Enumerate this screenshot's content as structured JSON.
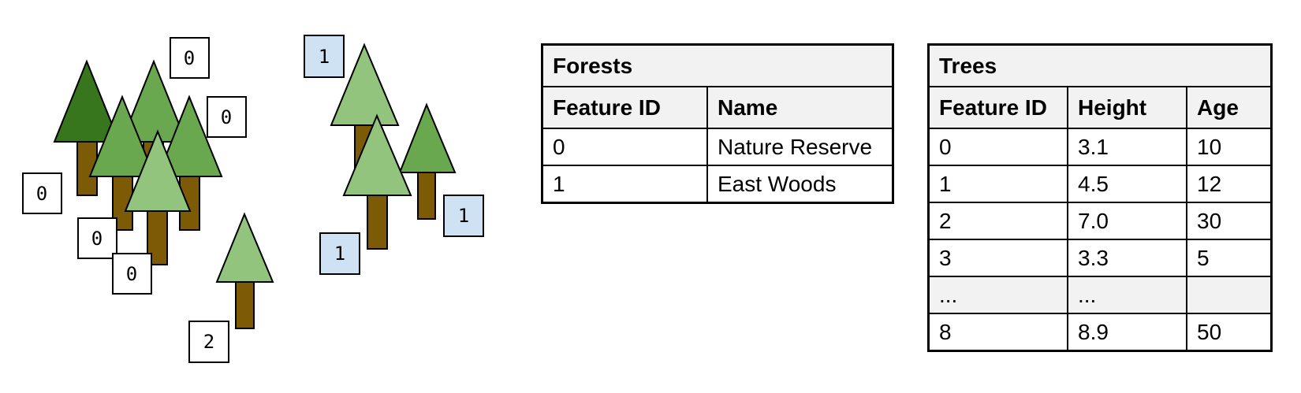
{
  "colors": {
    "trunk": "#7d5a05",
    "crown_dark": "#38761d",
    "crown_medium": "#6aa84f",
    "crown_light": "#93c47d",
    "forest_label_0": "#ffffff",
    "forest_label_1": "#cfe2f3",
    "forest_label_2": "#ffffff",
    "table_header_bg": "#f2f2f2"
  },
  "illustration": {
    "labels": [
      {
        "id": "label-a",
        "text": "0",
        "forest": 0
      },
      {
        "id": "label-b",
        "text": "0",
        "forest": 0
      },
      {
        "id": "label-c",
        "text": "0",
        "forest": 0
      },
      {
        "id": "label-d",
        "text": "0",
        "forest": 0
      },
      {
        "id": "label-e",
        "text": "0",
        "forest": 0
      },
      {
        "id": "label-f",
        "text": "1",
        "forest": 1
      },
      {
        "id": "label-g",
        "text": "1",
        "forest": 1
      },
      {
        "id": "label-h",
        "text": "1",
        "forest": 1
      },
      {
        "id": "label-i",
        "text": "2",
        "forest": 2
      }
    ]
  },
  "forests_table": {
    "title": "Forests",
    "columns": [
      "Feature ID",
      "Name"
    ],
    "rows": [
      [
        "0",
        "Nature Reserve"
      ],
      [
        "1",
        "East Woods"
      ]
    ]
  },
  "trees_table": {
    "title": "Trees",
    "columns": [
      "Feature ID",
      "Height",
      "Age"
    ],
    "rows": [
      [
        "0",
        "3.1",
        "10"
      ],
      [
        "1",
        "4.5",
        "12"
      ],
      [
        "2",
        "7.0",
        "30"
      ],
      [
        "3",
        "3.3",
        "5"
      ],
      [
        "...",
        "...",
        ""
      ],
      [
        "8",
        "8.9",
        "50"
      ]
    ]
  }
}
